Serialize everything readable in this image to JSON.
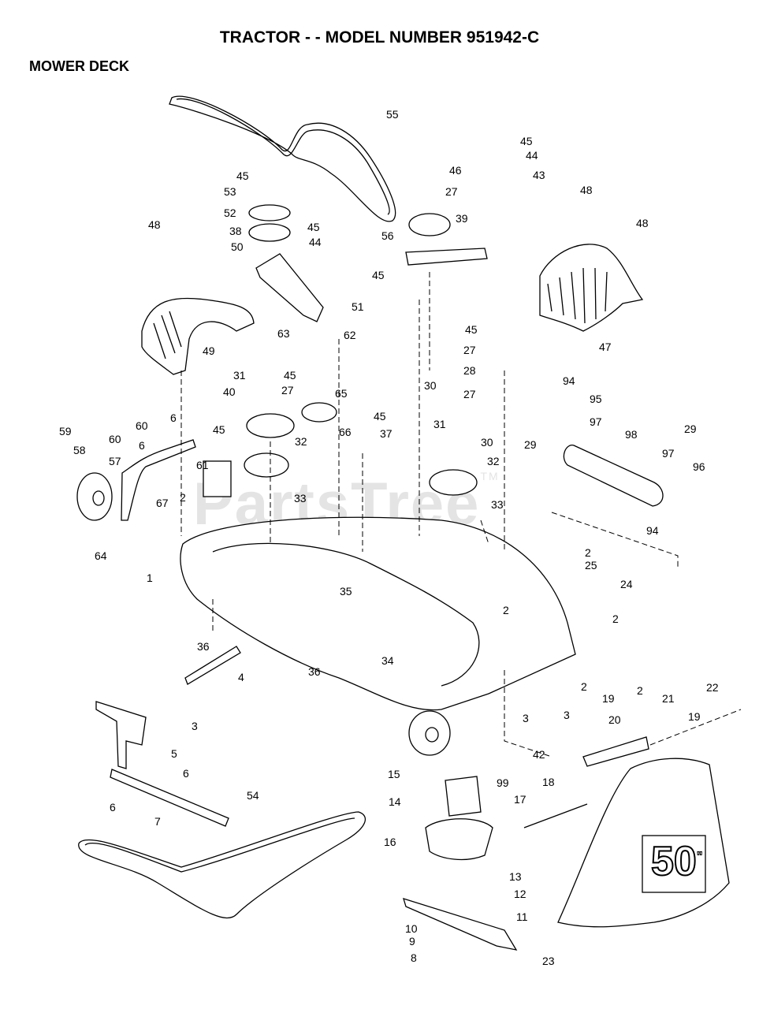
{
  "header": {
    "title": "TRACTOR - - MODEL NUMBER 951942-C",
    "section": "MOWER DECK"
  },
  "watermark": {
    "text": "PartsTree",
    "mark": "TM"
  },
  "deck_decal": {
    "size": "50",
    "unit": "\""
  },
  "callouts": [
    {
      "id": "c55",
      "text": "55"
    },
    {
      "id": "c45a",
      "text": "45"
    },
    {
      "id": "c46",
      "text": "46"
    },
    {
      "id": "c44a",
      "text": "44"
    },
    {
      "id": "c43",
      "text": "43"
    },
    {
      "id": "c27a",
      "text": "27"
    },
    {
      "id": "c39",
      "text": "39"
    },
    {
      "id": "c45b",
      "text": "45"
    },
    {
      "id": "c53",
      "text": "53"
    },
    {
      "id": "c52",
      "text": "52"
    },
    {
      "id": "c45c",
      "text": "45"
    },
    {
      "id": "c38",
      "text": "38"
    },
    {
      "id": "c44b",
      "text": "44"
    },
    {
      "id": "c56",
      "text": "56"
    },
    {
      "id": "c50",
      "text": "50"
    },
    {
      "id": "c45d",
      "text": "45"
    },
    {
      "id": "c51",
      "text": "51"
    },
    {
      "id": "c48a",
      "text": "48"
    },
    {
      "id": "c48b",
      "text": "48"
    },
    {
      "id": "c48c",
      "text": "48"
    },
    {
      "id": "c63",
      "text": "63"
    },
    {
      "id": "c62",
      "text": "62"
    },
    {
      "id": "c49",
      "text": "49"
    },
    {
      "id": "c47",
      "text": "47"
    },
    {
      "id": "c45e",
      "text": "45"
    },
    {
      "id": "c27b",
      "text": "27"
    },
    {
      "id": "c28",
      "text": "28"
    },
    {
      "id": "c27c",
      "text": "27"
    },
    {
      "id": "c94a",
      "text": "94"
    },
    {
      "id": "c95",
      "text": "95"
    },
    {
      "id": "c31a",
      "text": "31"
    },
    {
      "id": "c45f",
      "text": "45"
    },
    {
      "id": "c27d",
      "text": "27"
    },
    {
      "id": "c65",
      "text": "65"
    },
    {
      "id": "c40",
      "text": "40"
    },
    {
      "id": "c30a",
      "text": "30"
    },
    {
      "id": "c97a",
      "text": "97"
    },
    {
      "id": "c98",
      "text": "98"
    },
    {
      "id": "c29a",
      "text": "29"
    },
    {
      "id": "c29b",
      "text": "29"
    },
    {
      "id": "c6a",
      "text": "6"
    },
    {
      "id": "c45g",
      "text": "45"
    },
    {
      "id": "c37",
      "text": "37"
    },
    {
      "id": "c59",
      "text": "59"
    },
    {
      "id": "c60a",
      "text": "60"
    },
    {
      "id": "c45h",
      "text": "45"
    },
    {
      "id": "c66",
      "text": "66"
    },
    {
      "id": "c31b",
      "text": "31"
    },
    {
      "id": "c30b",
      "text": "30"
    },
    {
      "id": "c60b",
      "text": "60"
    },
    {
      "id": "c6b",
      "text": "6"
    },
    {
      "id": "c58",
      "text": "58"
    },
    {
      "id": "c57",
      "text": "57"
    },
    {
      "id": "c61",
      "text": "61"
    },
    {
      "id": "c32a",
      "text": "32"
    },
    {
      "id": "c32b",
      "text": "32"
    },
    {
      "id": "c97b",
      "text": "97"
    },
    {
      "id": "c96",
      "text": "96"
    },
    {
      "id": "c67",
      "text": "67"
    },
    {
      "id": "c2a",
      "text": "2"
    },
    {
      "id": "c33a",
      "text": "33"
    },
    {
      "id": "c33b",
      "text": "33"
    },
    {
      "id": "c94b",
      "text": "94"
    },
    {
      "id": "c64",
      "text": "64"
    },
    {
      "id": "c2b",
      "text": "2"
    },
    {
      "id": "c25",
      "text": "25"
    },
    {
      "id": "c1",
      "text": "1"
    },
    {
      "id": "c24",
      "text": "24"
    },
    {
      "id": "c35",
      "text": "35"
    },
    {
      "id": "c2c",
      "text": "2"
    },
    {
      "id": "c2d",
      "text": "2"
    },
    {
      "id": "c36a",
      "text": "36"
    },
    {
      "id": "c34",
      "text": "34"
    },
    {
      "id": "c4",
      "text": "4"
    },
    {
      "id": "c36b",
      "text": "36"
    },
    {
      "id": "c22",
      "text": "22"
    },
    {
      "id": "c2e",
      "text": "2"
    },
    {
      "id": "c2f",
      "text": "2"
    },
    {
      "id": "c19a",
      "text": "19"
    },
    {
      "id": "c21",
      "text": "21"
    },
    {
      "id": "c3a",
      "text": "3"
    },
    {
      "id": "c3b",
      "text": "3"
    },
    {
      "id": "c3c",
      "text": "3"
    },
    {
      "id": "c20",
      "text": "20"
    },
    {
      "id": "c19b",
      "text": "19"
    },
    {
      "id": "c5",
      "text": "5"
    },
    {
      "id": "c42",
      "text": "42"
    },
    {
      "id": "c15",
      "text": "15"
    },
    {
      "id": "c99",
      "text": "99"
    },
    {
      "id": "c6c",
      "text": "6"
    },
    {
      "id": "c54",
      "text": "54"
    },
    {
      "id": "c6d",
      "text": "6"
    },
    {
      "id": "c18",
      "text": "18"
    },
    {
      "id": "c14",
      "text": "14"
    },
    {
      "id": "c17",
      "text": "17"
    },
    {
      "id": "c7",
      "text": "7"
    },
    {
      "id": "c16",
      "text": "16"
    },
    {
      "id": "c13",
      "text": "13"
    },
    {
      "id": "c12",
      "text": "12"
    },
    {
      "id": "c11",
      "text": "11"
    },
    {
      "id": "c10",
      "text": "10"
    },
    {
      "id": "c9",
      "text": "9"
    },
    {
      "id": "c23",
      "text": "23"
    },
    {
      "id": "c8",
      "text": "8"
    }
  ]
}
